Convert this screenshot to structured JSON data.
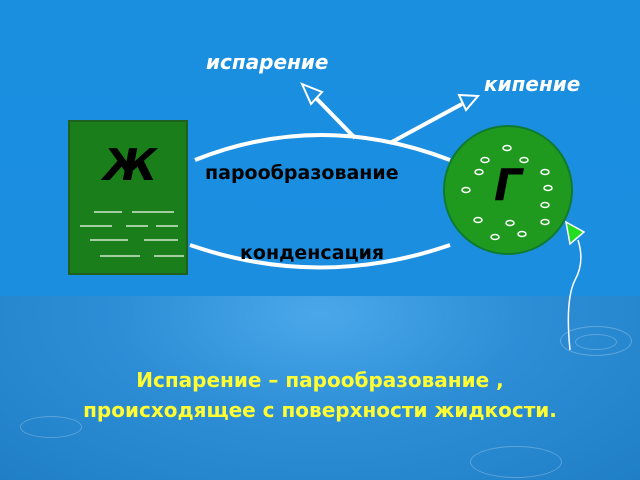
{
  "diagram": {
    "liquid_letter": "Ж",
    "gas_letter": "Г",
    "arrows": {
      "top": "парообразование",
      "bottom": "конденсация",
      "evaporation": "испарение",
      "boiling": "кипение"
    }
  },
  "caption": {
    "line1": "Испарение – парообразование ,",
    "line2": "происходящее с поверхности жидкости."
  },
  "colors": {
    "background": "#1b8ee0",
    "liquid": "#1a7f1a",
    "gas": "#1f9a1f",
    "caption": "#ffff33"
  }
}
